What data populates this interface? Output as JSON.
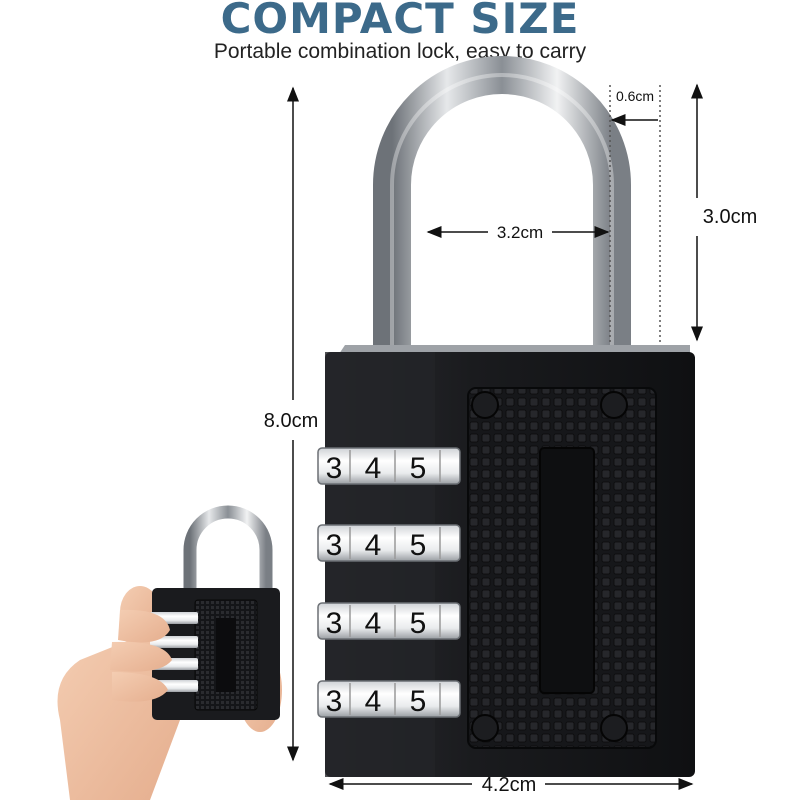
{
  "header": {
    "title": "COMPACT SIZE",
    "subtitle": "Portable combination lock, easy to carry"
  },
  "dimensions": {
    "shackle_thickness": "0.6cm",
    "shackle_inner_width": "3.2cm",
    "shackle_height": "3.0cm",
    "total_height": "8.0cm",
    "body_width": "4.2cm"
  },
  "dials": [
    [
      "3",
      "4",
      "5"
    ],
    [
      "3",
      "4",
      "5"
    ],
    [
      "3",
      "4",
      "5"
    ],
    [
      "3",
      "4",
      "5"
    ]
  ],
  "colors": {
    "title": "#3c6a8a",
    "lock_body": "#1b1c1f",
    "shackle": "#b9bdc2"
  }
}
